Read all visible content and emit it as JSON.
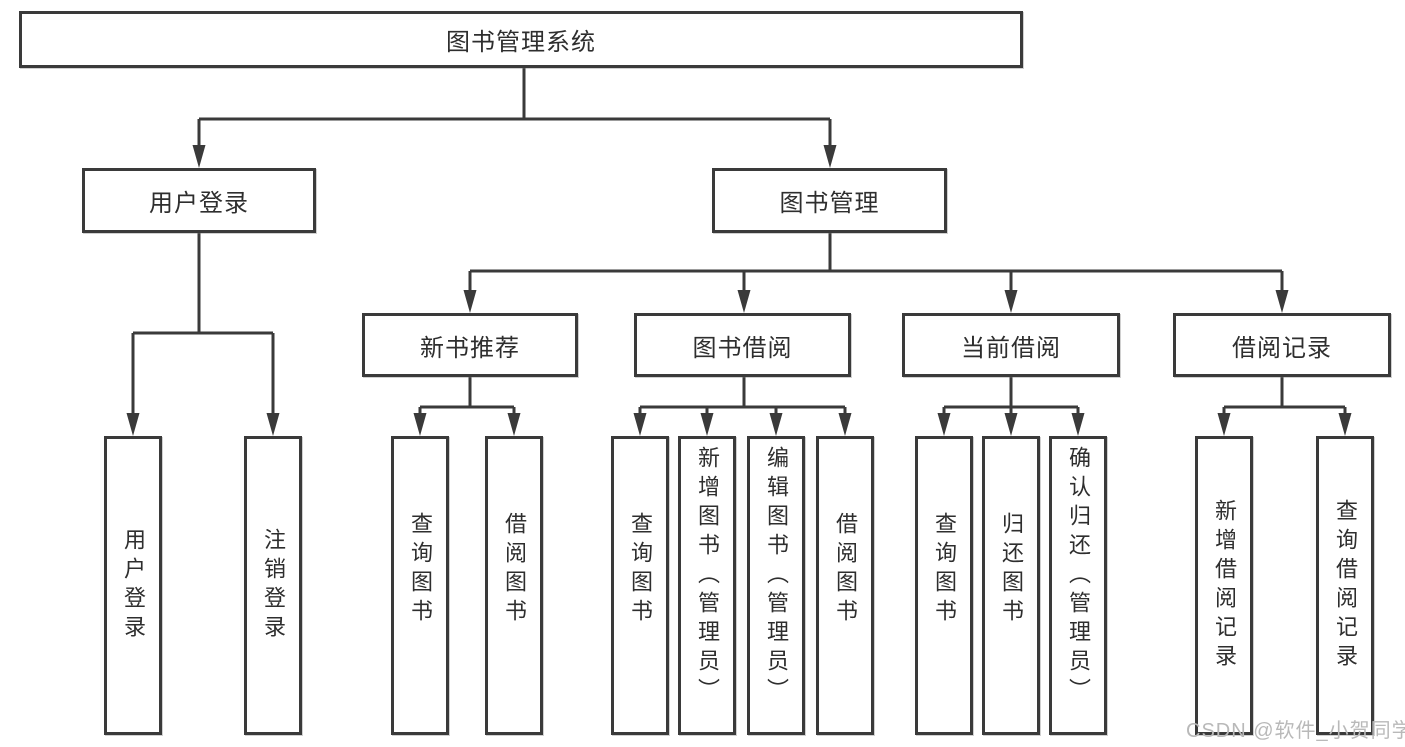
{
  "diagram_title": "图书管理系统",
  "nodes": {
    "root": "图书管理系统",
    "user_login": "用户登录",
    "book_management": "图书管理",
    "new_book_recommend": "新书推荐",
    "book_borrow": "图书借阅",
    "current_borrow": "当前借阅",
    "borrow_records": "借阅记录",
    "leaves": {
      "user_login": "用户登录",
      "logout_login": "注销登录",
      "query_book_recommend": "查询图书",
      "borrow_book_recommend": "借阅图书",
      "query_book_borrow": "查询图书",
      "add_book_admin": "新增图书（管理员）",
      "edit_book_admin": "编辑图书（管理员）",
      "borrow_book_borrow": "借阅图书",
      "query_book_current": "查询图书",
      "return_book": "归还图书",
      "confirm_return_admin": "确认归还（管理员）",
      "add_borrow_record": "新增借阅记录",
      "query_borrow_record": "查询借阅记录"
    }
  },
  "hierarchy": {
    "图书管理系统": {
      "用户登录": [
        "用户登录",
        "注销登录"
      ],
      "图书管理": {
        "新书推荐": [
          "查询图书",
          "借阅图书"
        ],
        "图书借阅": [
          "查询图书",
          "新增图书（管理员）",
          "编辑图书（管理员）",
          "借阅图书"
        ],
        "当前借阅": [
          "查询图书",
          "归还图书",
          "确认归还（管理员）"
        ],
        "借阅记录": [
          "新增借阅记录",
          "查询借阅记录"
        ]
      }
    }
  },
  "watermark": "CSDN @软件_小贺同学",
  "colors": {
    "line": "#3a3a3a",
    "text": "#2e2e2e",
    "background": "#ffffff",
    "watermark": "#b9b9b9"
  }
}
